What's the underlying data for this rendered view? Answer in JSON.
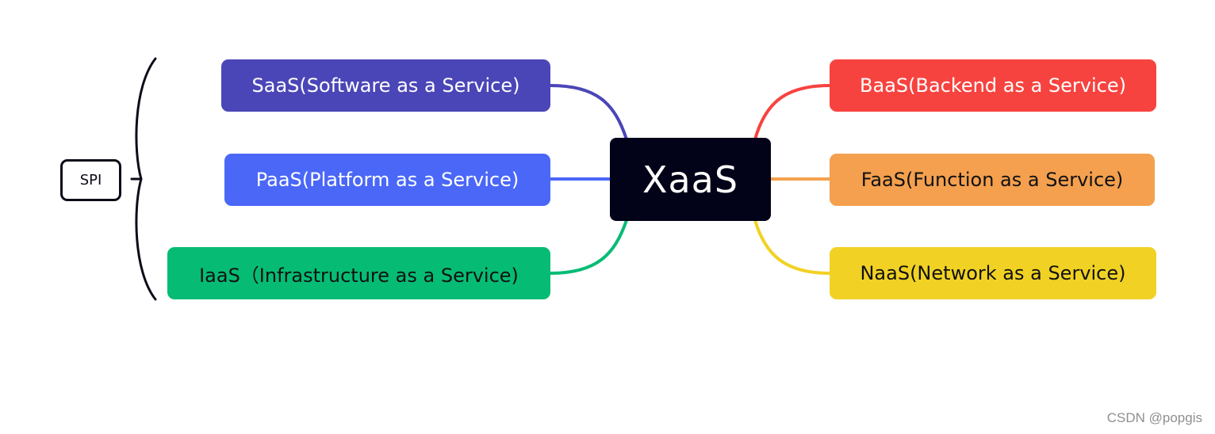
{
  "central": {
    "label": "XaaS"
  },
  "spi": {
    "label": "SPI"
  },
  "left_nodes": [
    {
      "label": "SaaS(Software as a Service)",
      "color": "#4b46b7"
    },
    {
      "label": "PaaS(Platform as a Service)",
      "color": "#4a67f8"
    },
    {
      "label": "IaaS（Infrastructure as a Service)",
      "color": "#06bc74"
    }
  ],
  "right_nodes": [
    {
      "label": "BaaS(Backend as a Service)",
      "color": "#f7433f"
    },
    {
      "label": "FaaS(Function as a Service)",
      "color": "#f4a04e"
    },
    {
      "label": "NaaS(Network as a Service)",
      "color": "#f1d224"
    }
  ],
  "central_color": "#020218",
  "watermark": "CSDN @popgis"
}
